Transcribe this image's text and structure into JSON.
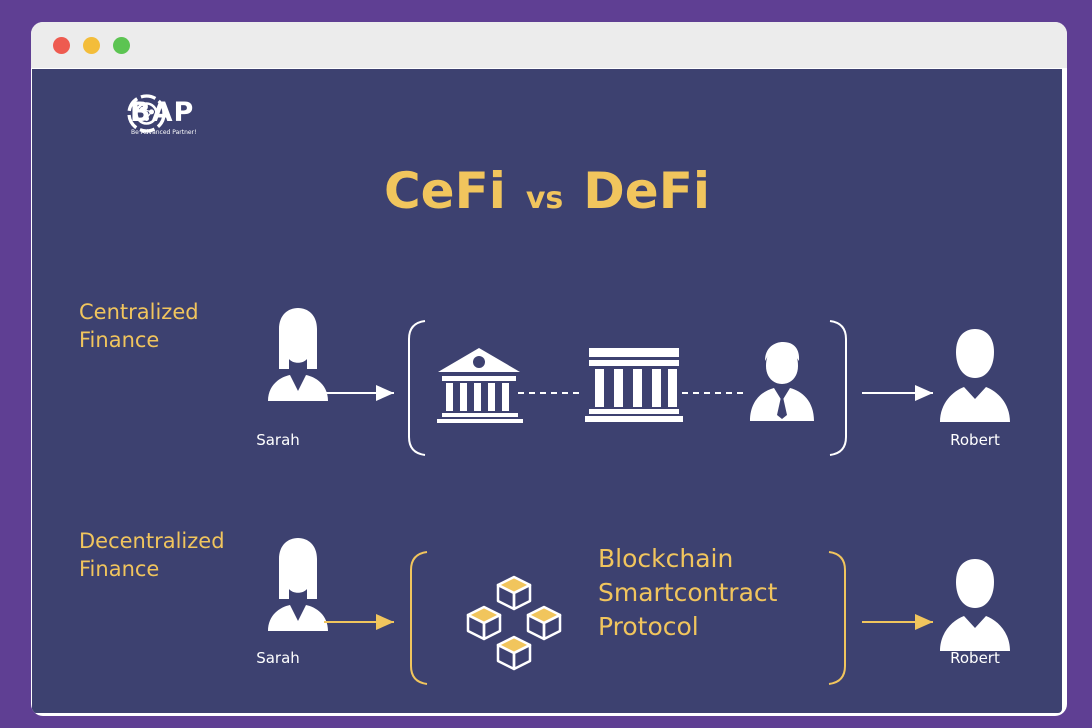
{
  "logo": {
    "text": "BAP",
    "tagline": "Be Advanced Partner!"
  },
  "title": {
    "left": "CeFi",
    "middle": "vs",
    "right": "DeFi"
  },
  "cefi": {
    "label_line1": "Centralized",
    "label_line2": "Finance",
    "sender": "Sarah",
    "receiver": "Robert"
  },
  "defi": {
    "label_line1": "Decentralized",
    "label_line2": "Finance",
    "sender": "Sarah",
    "receiver": "Robert",
    "text_lines": [
      "Blockchain",
      "Smartcontract",
      "Protocol"
    ]
  },
  "colors": {
    "accent": "#f1c55d",
    "background": "#3d4170",
    "outer": "#5f3f93"
  }
}
